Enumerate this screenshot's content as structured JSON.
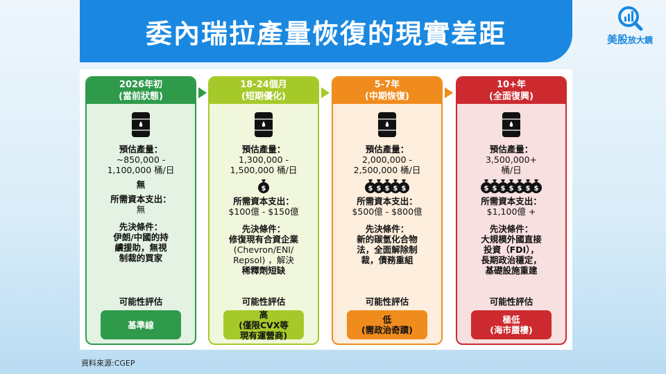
{
  "title": "委內瑞拉產量恢復的現實差距",
  "logo": {
    "main": "美股",
    "sub": "放大鏡"
  },
  "labels": {
    "production": "預估產量：",
    "capex": "所需資本支出：",
    "prereq": "先決條件：",
    "eval": "可能性評估"
  },
  "columns": [
    {
      "period": "2026年初",
      "phase": "(當前狀態)",
      "prod1": "~850,000 -",
      "prod2": "1,100,000 桶/日",
      "capex_icon_text": "無",
      "capex": "無",
      "prereq": [
        "伊朗/中國的持",
        "續援助，無視",
        "制裁的買家"
      ],
      "rating": [
        "基準線"
      ],
      "color": "#2e9a4a",
      "bg": "#e3f2e3",
      "bags": 0
    },
    {
      "period": "18-24個月",
      "phase": "(短期優化)",
      "prod1": "1,300,000 -",
      "prod2": "1,500,000 桶/日",
      "capex": "$100億 - $150億",
      "prereq": [
        "修復現有合資企業",
        "(Chevron/ENI/",
        "Repsol) ，解決",
        "稀釋劑短缺"
      ],
      "rating": [
        "高",
        "(僅限CVX等",
        "現有運營商)"
      ],
      "color": "#a6c92a",
      "bg": "#f1f7dc",
      "bags": 1
    },
    {
      "period": "5-7年",
      "phase": "(中期恢復)",
      "prod1": "2,000,000 -",
      "prod2": "2,500,000 桶/日",
      "capex": "$500億 - $800億",
      "prereq": [
        "新的碳氫化合物",
        "法，全面解除制",
        "裁，債務重組"
      ],
      "rating": [
        "低",
        "(需政治奇蹟)"
      ],
      "color": "#ef8c1d",
      "bg": "#fdeedd",
      "bags": 5
    },
    {
      "period": "10+年",
      "phase": "(全面復興)",
      "prod1": "3,500,000+",
      "prod2": "桶/日",
      "capex": "$1,100億 +",
      "prereq": [
        "大規模外國直接",
        "投資（FDI），",
        "長期政治穩定，",
        "基礎設施重建"
      ],
      "rating": [
        "極低",
        "(海市蜃樓)"
      ],
      "color": "#cc2a2f",
      "bg": "#f8dfe0",
      "bags": 7
    }
  ],
  "source": "資料來源:CGEP"
}
